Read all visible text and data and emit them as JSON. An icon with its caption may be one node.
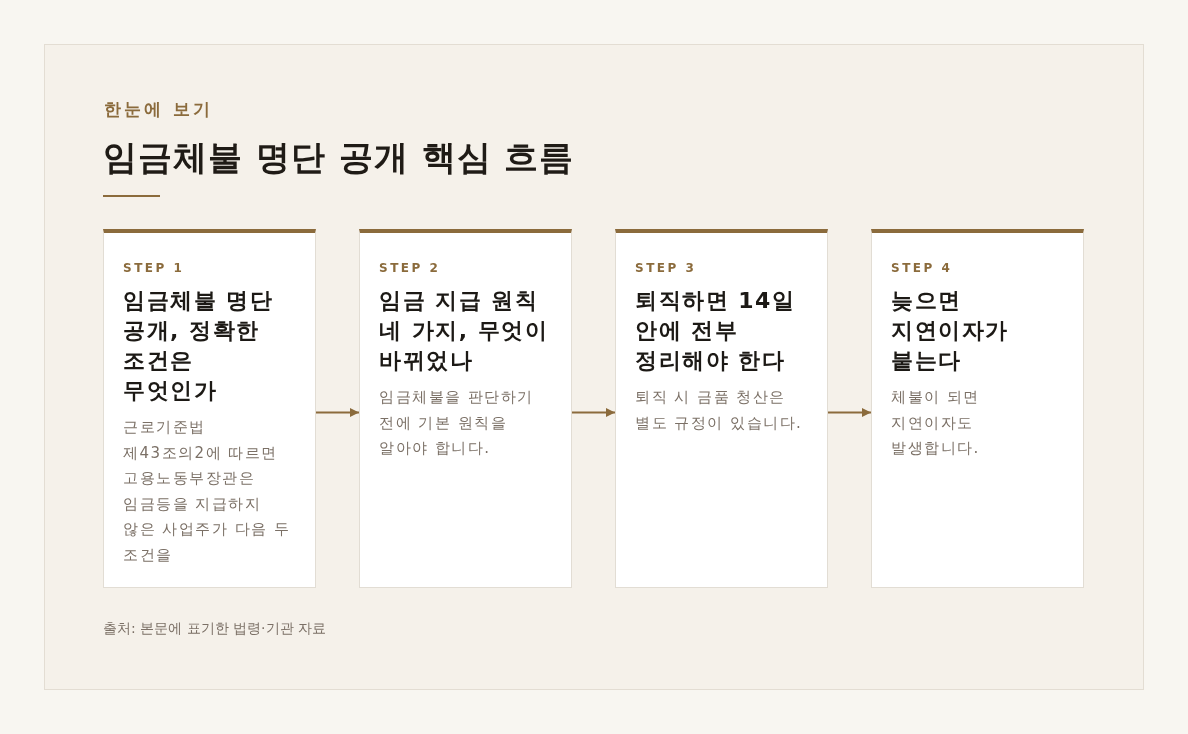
{
  "diagram": {
    "title": "임금체불 명단 공개 핵심 흐름",
    "caption": "출처: 본문에 표기한 법령·기관 자료",
    "labels": [
      "한눈에 보기"
    ],
    "nodes": [
      {
        "text": [
          "STEP 1",
          "임금체불 명단 공개, 정확한 조건은 무엇인가",
          "근로기준법 제43조의2에 따르면 고용노동부장관은 임금등을 지급하지 않은 사업주가 다음 두 조건을"
        ]
      },
      {
        "text": [
          "STEP 2",
          "임금 지급 원칙 네 가지, 무엇이 바뀌었나",
          "임금체불을 판단하기 전에 기본 원칙을 알아야 합니다."
        ]
      },
      {
        "text": [
          "STEP 3",
          "퇴직하면 14일 안에 전부 정리해야 한다",
          "퇴직 시 금품 청산은 별도 규정이 있습니다."
        ]
      },
      {
        "text": [
          "STEP 4",
          "늦으면 지연이자가 붙는다",
          "체불이 되면 지연이자도 발생합니다."
        ]
      }
    ],
    "edges": [
      {
        "from": 0,
        "to": 1,
        "arrow": "to"
      },
      {
        "from": 1,
        "to": 2,
        "arrow": "to"
      },
      {
        "from": 2,
        "to": 3,
        "arrow": "to"
      }
    ]
  }
}
